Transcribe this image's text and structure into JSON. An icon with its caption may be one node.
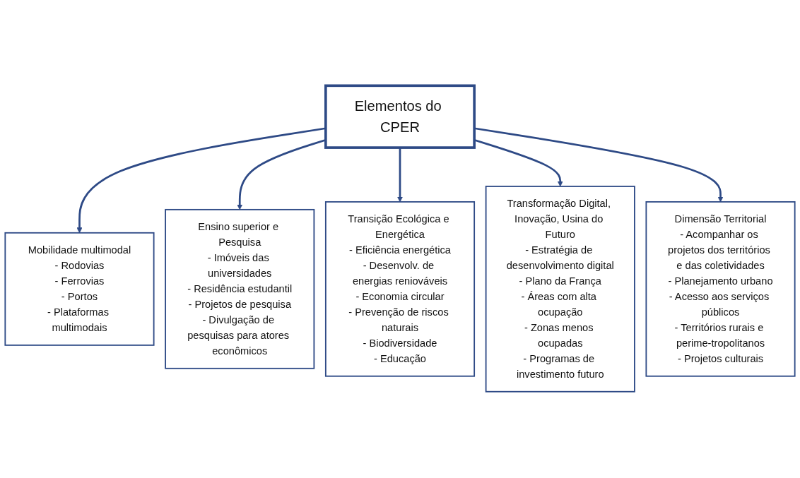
{
  "diagram": {
    "nodes": [
      {
        "text": [
          "Elementos do CPER"
        ]
      },
      {
        "text": [
          "Mobilidade multimodal",
          "- Rodovias",
          "- Ferrovias",
          "- Portos",
          "- Plataformas multimodais"
        ]
      },
      {
        "text": [
          "Ensino superior e Pesquisa",
          "- Imóveis das universidades",
          "- Residência estudantil",
          "- Projetos de pesquisa",
          "- Divulgação de pesquisas para atores econômicos"
        ]
      },
      {
        "text": [
          "Transição Ecológica e Energética",
          "- Eficiência energética",
          "- Desenvolv. de energias reniováveis",
          "- Economia circular",
          "- Prevenção de riscos naturais",
          "- Biodiversidade",
          "- Educação"
        ]
      },
      {
        "text": [
          "Transformação Digital, Inovação, Usina do Futuro",
          "- Estratégia de desenvolvimento digital",
          "- Plano da França",
          "- Áreas com alta ocupação",
          "- Zonas menos ocupadas",
          "- Programas de investimento futuro"
        ]
      },
      {
        "text": [
          "Dimensão Territorial",
          "- Acompanhar os projetos dos territórios e das coletividades",
          "- Planejamento urbano",
          "- Acesso aos serviços públicos",
          "- Territórios rurais e perime-tropolitanos",
          "- Projetos culturais"
        ]
      }
    ],
    "edges": [
      {
        "from": 0,
        "to": 1,
        "arrow": "to"
      },
      {
        "from": 0,
        "to": 2,
        "arrow": "to"
      },
      {
        "from": 0,
        "to": 3,
        "arrow": "to"
      },
      {
        "from": 0,
        "to": 4,
        "arrow": "to"
      },
      {
        "from": 0,
        "to": 5,
        "arrow": "to"
      }
    ]
  }
}
